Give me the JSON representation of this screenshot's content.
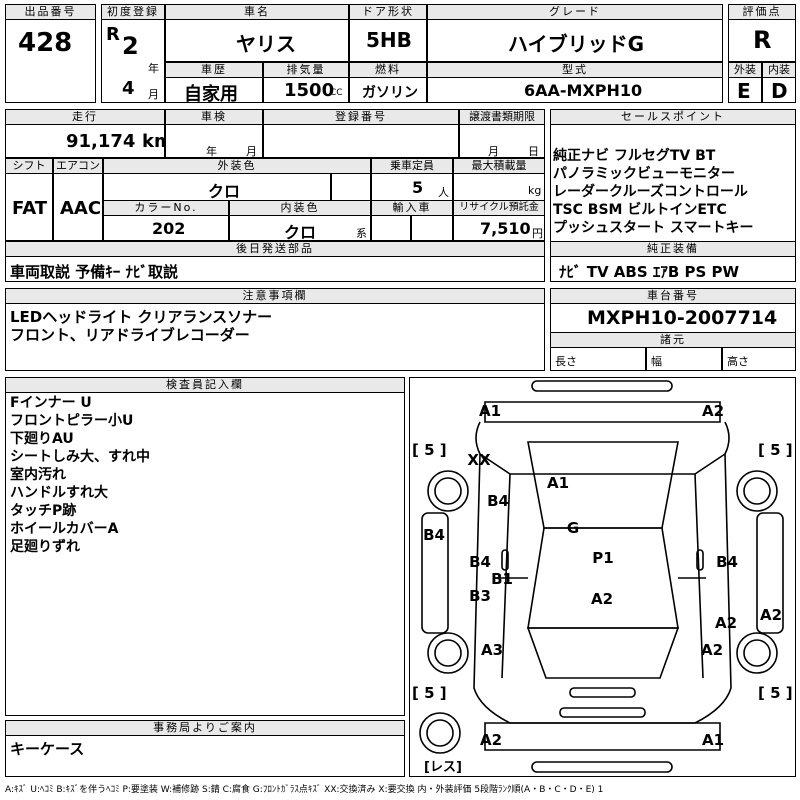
{
  "header": {
    "lot_label": "出品番号",
    "lot_value": "428",
    "first_reg_label": "初度登録",
    "era": "R",
    "year_num": "2",
    "year_unit": "年",
    "month_num": "4",
    "month_unit": "月",
    "car_name_label": "車名",
    "car_name": "ヤリス",
    "door_label": "ドア形状",
    "door": "5HB",
    "grade_label": "グレード",
    "grade": "ハイブリッドG",
    "score_label": "評価点",
    "score": "R",
    "history_label": "車歴",
    "history": "自家用",
    "displacement_label": "排気量",
    "displacement": "1500",
    "cc": "CC",
    "fuel_label": "燃料",
    "fuel": "ガソリン",
    "model_label": "型式",
    "model": "6AA-MXPH10",
    "ext_label": "外装",
    "ext": "E",
    "int_label": "内装",
    "int": "D"
  },
  "row2": {
    "mileage_label": "走行",
    "mileage": "91,174",
    "km": "km",
    "inspection_label": "車検",
    "insp_year": "年",
    "insp_month": "月",
    "reg_label": "登録番号",
    "transfer_label": "譲渡書類期限",
    "tr_month": "月",
    "tr_day": "日",
    "shift_label": "シフト",
    "shift": "FAT",
    "ac_label": "エアコン",
    "ac": "AAC",
    "color_label": "外装色",
    "color": "クロ",
    "capacity_label": "乗車定員",
    "capacity": "5",
    "capacity_unit": "人",
    "load_label": "最大積載量",
    "load_unit": "kg",
    "color_no_label": "カラーNo.",
    "color_no": "202",
    "int_color_label": "内装色",
    "int_color": "クロ",
    "int_color_unit": "系",
    "import_label": "輸入車",
    "recycle_label": "リサイクル預託金",
    "recycle": "7,510",
    "recycle_unit": "円"
  },
  "sales": {
    "label": "セールスポイント",
    "lines": [
      "純正ナビ フルセグTV BT",
      "パノラミックビューモニター",
      "レーダークルーズコントロール",
      "TSC BSM ビルトインETC",
      "プッシュスタート スマートキー"
    ]
  },
  "later": {
    "label": "後日発送部品",
    "text": "車両取説 予備ｷｰ ﾅﾋﾞ取説"
  },
  "genuine": {
    "label": "純正装備",
    "text": "ﾅﾋﾞ TV ABS ｴｱB PS PW"
  },
  "caution": {
    "label": "注意事項欄",
    "lines": [
      "LEDヘッドライト クリアランスソナー",
      "フロント、リアドライブレコーダー"
    ]
  },
  "chassis": {
    "label": "車台番号",
    "value": "MXPH10-2007714",
    "dims_label": "諸元",
    "length": "長さ",
    "width": "幅",
    "height": "高さ"
  },
  "inspector": {
    "label": "検査員記入欄",
    "lines": [
      "Fインナー U",
      "フロントピラー小U",
      "下廻りAU",
      "シートしみ大、すれ中",
      "室内汚れ",
      "ハンドルすれ大",
      "タッチP跡",
      "ホイールカバーA",
      "足廻りずれ"
    ]
  },
  "office": {
    "label": "事務局よりご案内",
    "text": "キーケース"
  },
  "diagram": {
    "tire_fl": "[ 5 ]",
    "tire_fr": "[ 5 ]",
    "tire_rl": "[ 5 ]",
    "tire_rr": "[ 5 ]",
    "spare": "[レス]",
    "marks": [
      "A1",
      "A2",
      "XX",
      "A1",
      "B4",
      "G",
      "B4",
      "B4",
      "P1",
      "B4",
      "B1",
      "B3",
      "A2",
      "A2",
      "A2",
      "A3",
      "A2",
      "A2",
      "A1"
    ]
  },
  "legend": "A:ｷｽﾞ U:ﾍｺﾐ B:ｷｽﾞを伴うﾍｺﾐ P:要塗装 W:補修跡 S:錆 C:腐食 G:ﾌﾛﾝﾄｶﾞﾗｽ点ｷｽﾞ XX:交換済み X:要交換 内・外装評価 5段階ﾗﾝｸ順(A・B・C・D・E) 1"
}
